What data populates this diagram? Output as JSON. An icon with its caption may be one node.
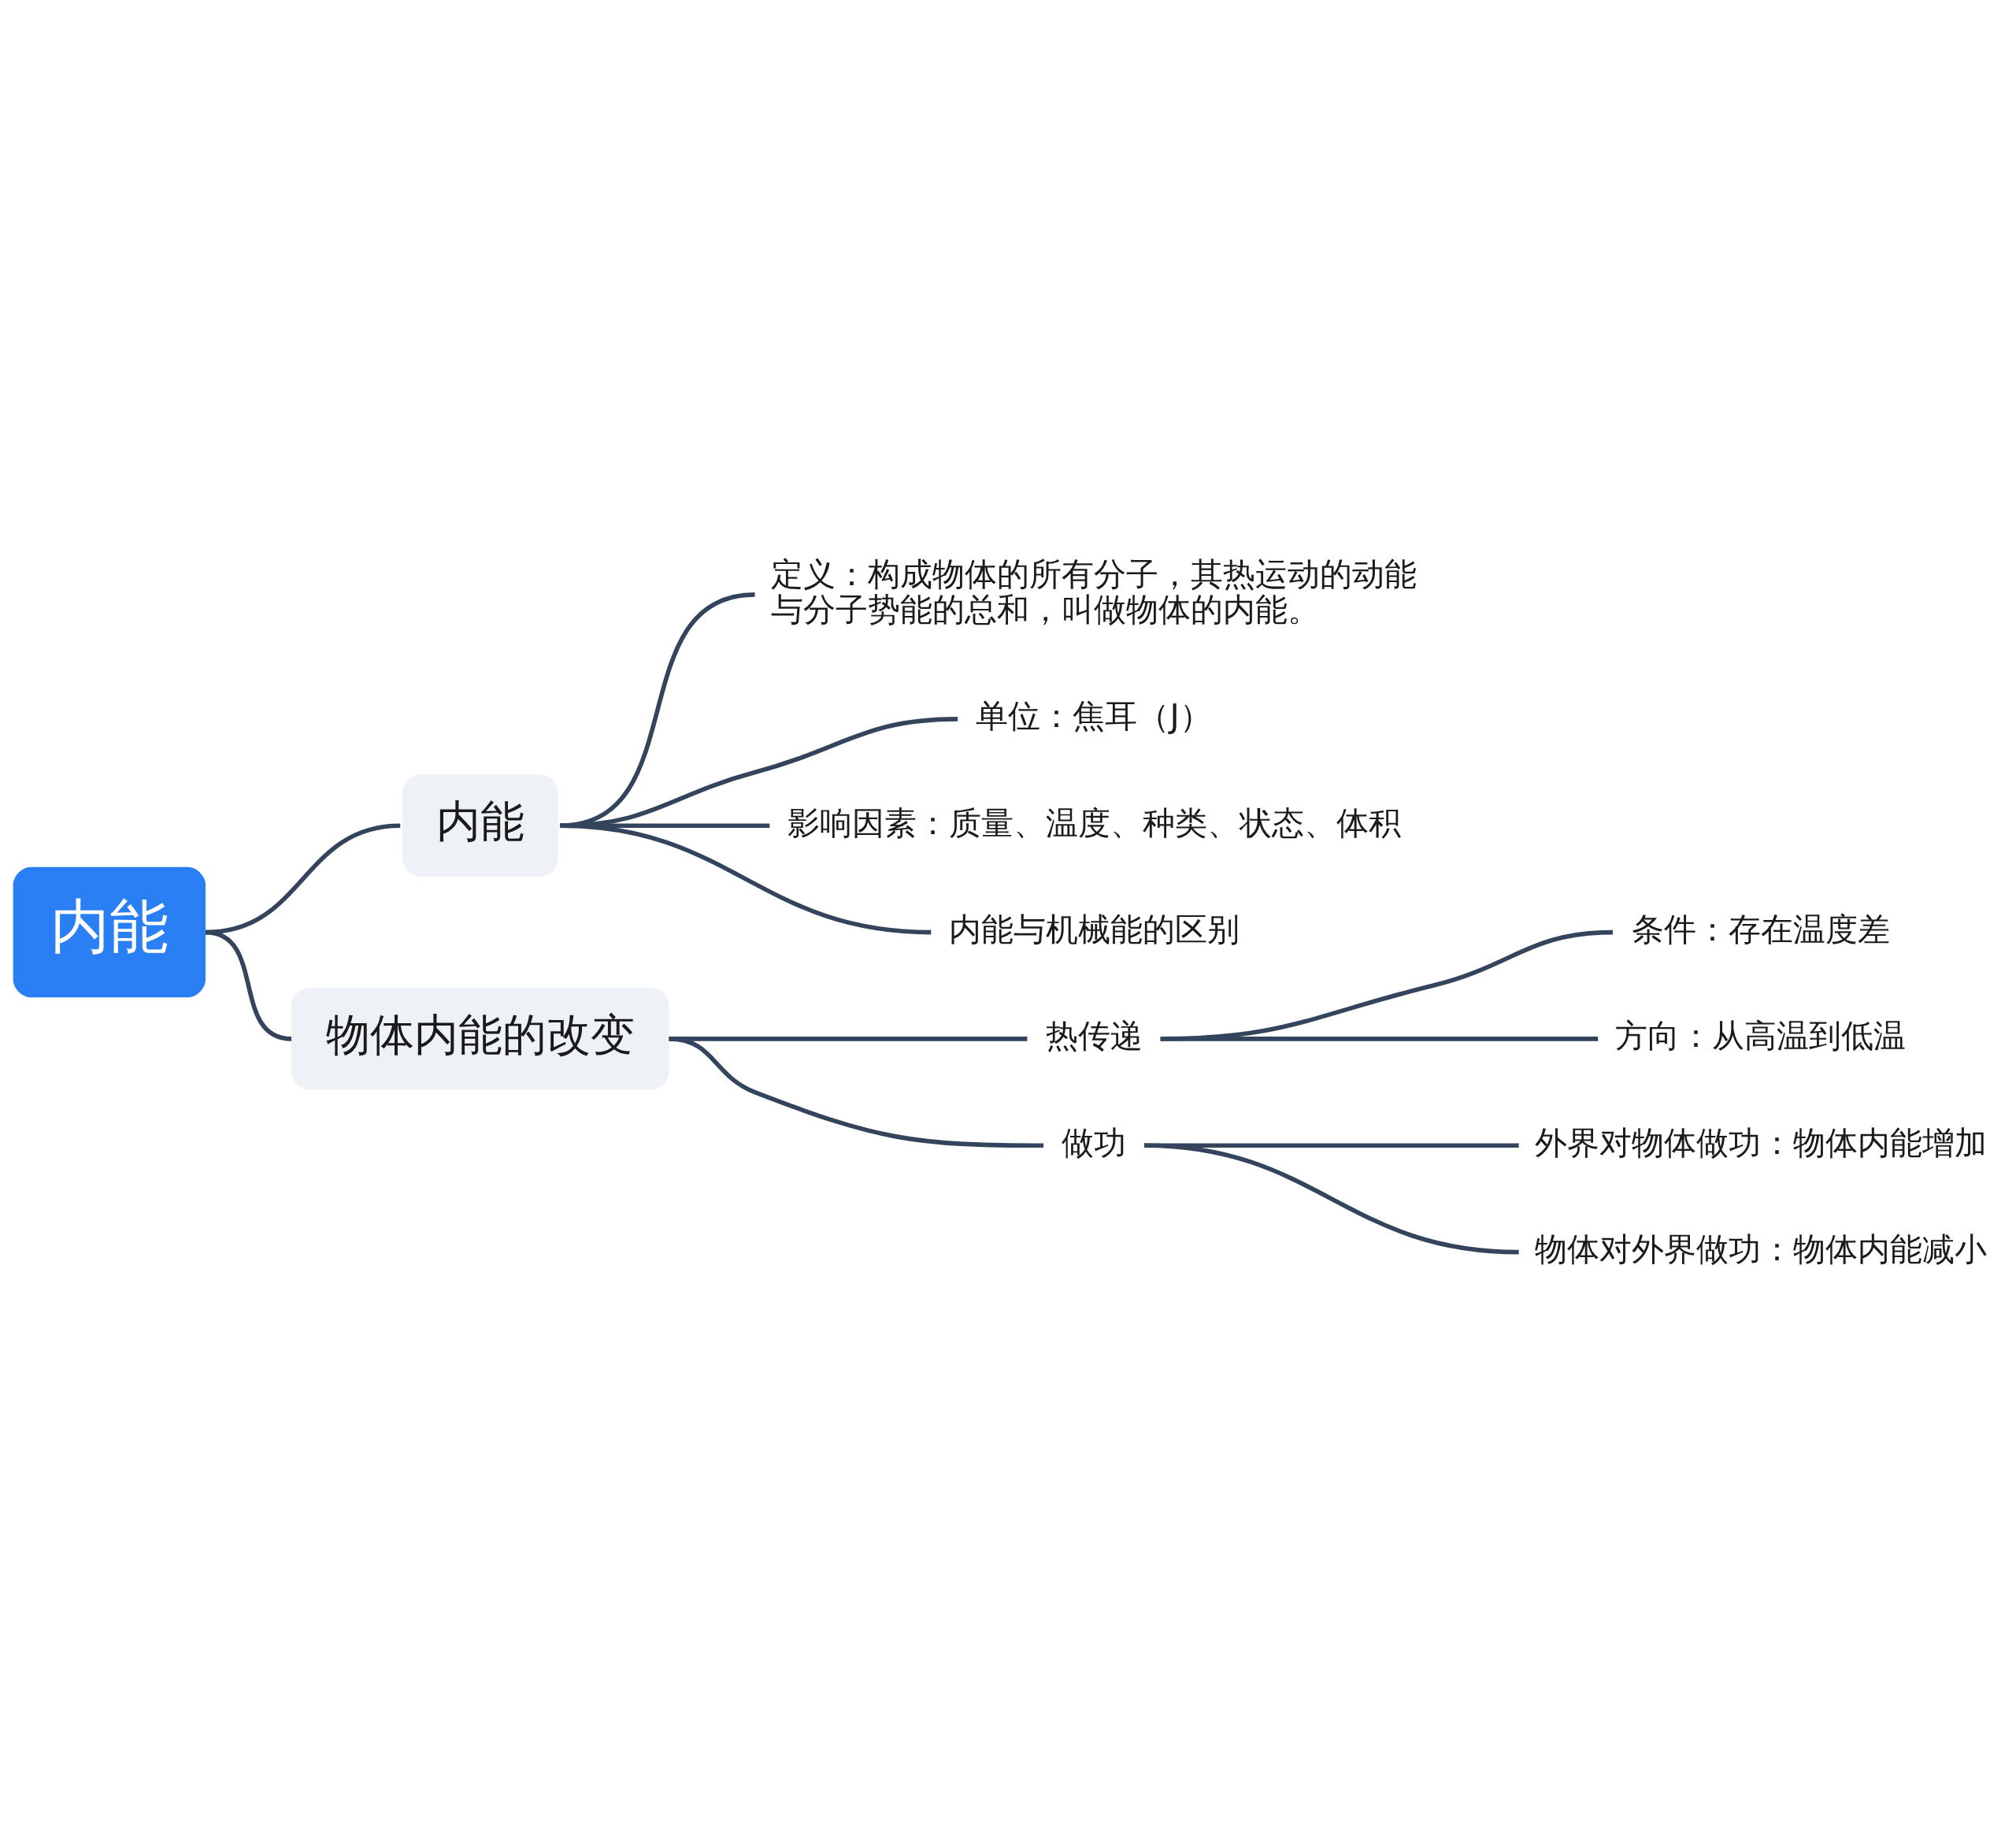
{
  "diagram": {
    "nodes": [
      {
        "text": [
          "内能"
        ]
      },
      {
        "text": [
          "内能"
        ]
      },
      {
        "text": [
          "定义：构成物体的所有分子，其热运动的动能与分子势能的总和，叫做物体的内能。"
        ]
      },
      {
        "text": [
          "单位：焦耳（J）"
        ]
      },
      {
        "text": [
          "影响因素：质量、温度、种类、状态、体积"
        ]
      },
      {
        "text": [
          "内能与机械能的区别"
        ]
      },
      {
        "text": [
          "物体内能的改变"
        ]
      },
      {
        "text": [
          "热传递"
        ]
      },
      {
        "text": [
          "条件：存在温度差"
        ]
      },
      {
        "text": [
          "方向：从高温到低温"
        ]
      },
      {
        "text": [
          "做功"
        ]
      },
      {
        "text": [
          "外界对物体做功：物体内能增加"
        ]
      },
      {
        "text": [
          "物体对外界做功：物体内能减小"
        ]
      }
    ],
    "edges": [
      {
        "from": 0,
        "to": 1,
        "arrow": "none"
      },
      {
        "from": 0,
        "to": 6,
        "arrow": "none"
      },
      {
        "from": 1,
        "to": 2,
        "arrow": "none"
      },
      {
        "from": 1,
        "to": 3,
        "arrow": "none"
      },
      {
        "from": 1,
        "to": 4,
        "arrow": "none"
      },
      {
        "from": 1,
        "to": 5,
        "arrow": "none"
      },
      {
        "from": 6,
        "to": 7,
        "arrow": "none"
      },
      {
        "from": 6,
        "to": 10,
        "arrow": "none"
      },
      {
        "from": 7,
        "to": 8,
        "arrow": "none"
      },
      {
        "from": 7,
        "to": 9,
        "arrow": "none"
      },
      {
        "from": 10,
        "to": 11,
        "arrow": "none"
      },
      {
        "from": 10,
        "to": 12,
        "arrow": "none"
      }
    ]
  }
}
